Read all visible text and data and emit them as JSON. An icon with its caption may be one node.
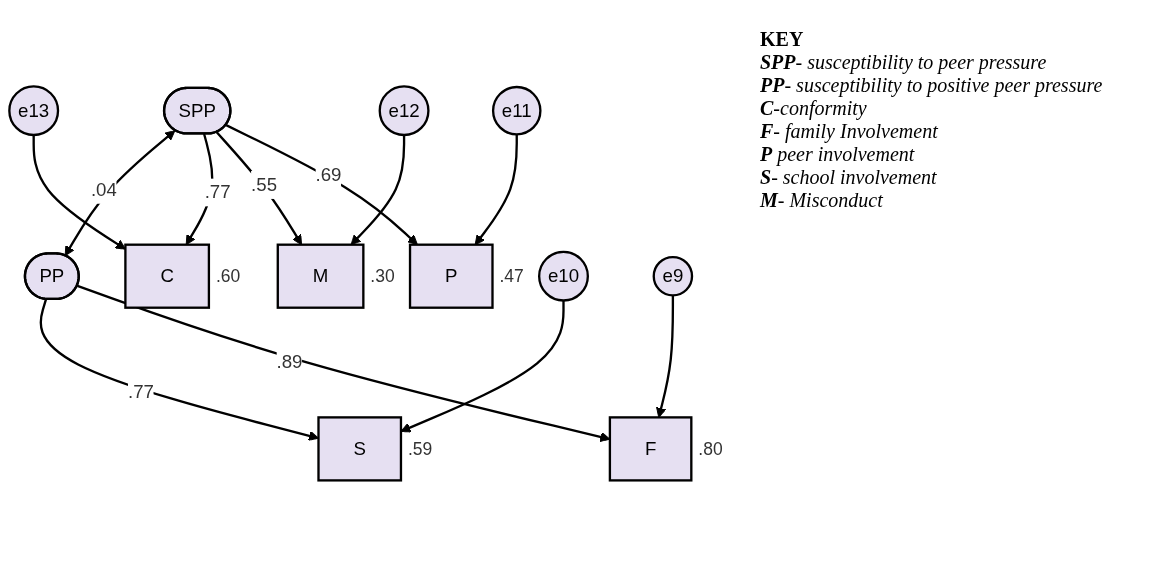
{
  "diagram": {
    "nodes": [
      {
        "text": [
          "SPP"
        ]
      },
      {
        "text": [
          "PP"
        ]
      },
      {
        "text": [
          "C"
        ],
        "beside": [
          ".60"
        ]
      },
      {
        "text": [
          "M"
        ],
        "beside": [
          ".30"
        ]
      },
      {
        "text": [
          "P"
        ],
        "beside": [
          ".47"
        ]
      },
      {
        "text": [
          "S"
        ],
        "beside": [
          ".59"
        ]
      },
      {
        "text": [
          "F"
        ],
        "beside": [
          ".80"
        ]
      },
      {
        "text": [
          "e13"
        ]
      },
      {
        "text": [
          "e12"
        ]
      },
      {
        "text": [
          "e11"
        ]
      },
      {
        "text": [
          "e10"
        ]
      },
      {
        "text": [
          "e9"
        ]
      }
    ],
    "edges": [
      {
        "from": 0,
        "to": 1,
        "arrow": "both",
        "label": ".04"
      },
      {
        "from": 0,
        "to": 2,
        "arrow": "to",
        "label": ".77"
      },
      {
        "from": 0,
        "to": 3,
        "arrow": "to",
        "label": ".55"
      },
      {
        "from": 0,
        "to": 4,
        "arrow": "to",
        "label": ".69"
      },
      {
        "from": 1,
        "to": 5,
        "arrow": "to",
        "label": ".77"
      },
      {
        "from": 1,
        "to": 6,
        "arrow": "to",
        "label": ".89"
      },
      {
        "from": 7,
        "to": 2,
        "arrow": "to"
      },
      {
        "from": 8,
        "to": 3,
        "arrow": "to"
      },
      {
        "from": 9,
        "to": 4,
        "arrow": "to"
      },
      {
        "from": 10,
        "to": 5,
        "arrow": "to"
      },
      {
        "from": 11,
        "to": 6,
        "arrow": "to"
      }
    ],
    "labels": [
      "KEY",
      "**SPP**- susceptibility to peer pressure",
      "**PP**- susceptibility to positive peer pressure",
      "**C**-conformity",
      "**F**- family Involvement",
      "**P** peer involvement",
      "**S**- school involvement",
      "**M**- Misconduct"
    ]
  }
}
